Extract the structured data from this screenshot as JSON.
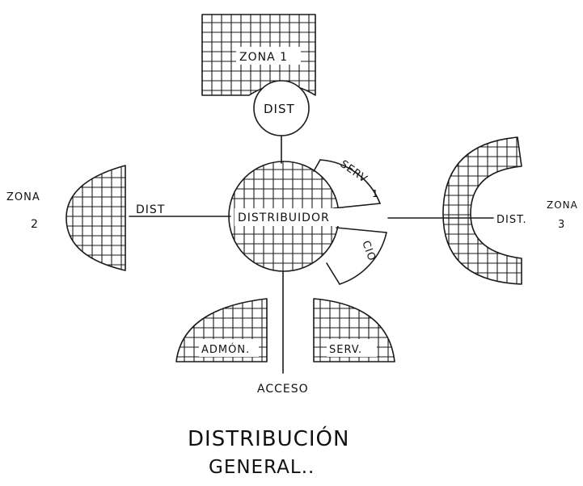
{
  "labels": {
    "zona1": "ZONA 1",
    "dist_top": "DIST",
    "distribuidor": "DISTRIBUIDOR",
    "serv_vertical": "SERV",
    "serv_index": "1",
    "cio": "CIO",
    "zona2_word": "ZONA",
    "zona2_num": "2",
    "dist_left": "DIST",
    "zona3_word": "ZONA",
    "zona3_num": "3",
    "dist_right": "DIST.",
    "admon": "ADMÓN.",
    "serv_bottom": "SERV.",
    "acceso": "ACCESO",
    "title_line1": "DISTRIBUCIÓN",
    "title_line2": "GENERAL.."
  },
  "colors": {
    "ink": "#1a1a1a",
    "paper": "#ffffff"
  }
}
